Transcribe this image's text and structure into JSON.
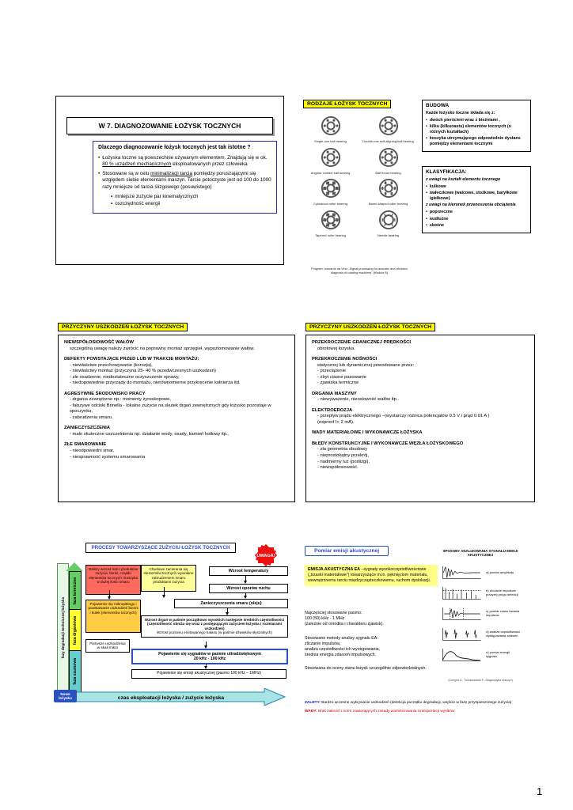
{
  "colors": {
    "highlight_yellow": "#ffff00",
    "accent_blue": "#2a52be",
    "warning_red": "#ee1111",
    "phase_thermal_green": "#66cc66",
    "phase_vibration_yellow": "#ffff33",
    "phase_noise_cyan": "#66cccc"
  },
  "page": {
    "number": "1"
  },
  "slide1": {
    "title": "W 7. DIAGNOZOWANIE ŁOŻYSK TOCZNYCH",
    "question": "Dlaczego diagnozowanie łożysk tocznych jest tak istotne ?",
    "bullet1_pre": "Łożyska toczne są powszechnie używanym elementem. Znajdują się w ok. ",
    "bullet1_underlined": "80 % urządzeń mechanicznych",
    "bullet1_post": " eksploatowanych przez człowieka",
    "bullet2_pre": "Stosowane są w celu ",
    "bullet2_underlined": "minimalizacji tarcia",
    "bullet2_post": " pomiędzy poruszającymi się względem siebie elementami maszyn. Tarcie potoczyste jest od 100 do 1000 razy mniejsze od tarcia ślizgowego (posuwistego)",
    "sub_bullets": [
      "mniejsze zużycie par kinematycznych",
      "oszczędność energii"
    ]
  },
  "slide2": {
    "title": "RODZAJE ŁOŻYSK TOCZNYCH",
    "bearings": [
      "Single-row ball bearing",
      "Double-row self-aligning ball bearing",
      "Angular contact ball bearing",
      "Ball thrust bearing",
      "Cylindrical roller bearing",
      "Barrel-shaped roller bearing",
      "Tapered roller bearing",
      "Needle bearing"
    ],
    "source": "Program Leonardo da Vinci „Signal processing for acoustic and vibration diagnosis of rotating machines” (Module B)",
    "budowa": {
      "title": "BUDOWA",
      "intro": "Każde łożysko toczne składa się z:",
      "items": [
        "dwóch pierścieni wraz z bieżniami ,",
        "kilku (kilkunastu) elementów tocznych (o różnych kształtach)",
        "koszyka utrzymującego odpowiednie dystans pomiędzy elementami tocznymi"
      ]
    },
    "klasyfikacja": {
      "title": "KLASYFIKACJA:",
      "group1_label": "z uwagi na kształt elementu tocznego",
      "group1_items": [
        "kulkowe",
        "wałeczkowe (walcowe, stożkowe, baryłkowe igiełkowe)"
      ],
      "group2_label": "z uwagi na kierunek przenoszenia obciążenia",
      "group2_items": [
        "poprzeczne",
        "wzdłużne",
        "skośne"
      ]
    }
  },
  "slide3": {
    "title": "PRZYCZYNY USZKODZEŃ ŁOŻYSK TOCZNYCH",
    "sections": [
      {
        "h": "NIEWSPÓŁOSIOWOŚĆ WAŁÓW",
        "b": "szczególną uwagę należy zwrócić na poprawny montaż sprzęgieł, wypoziomowanie wałów."
      },
      {
        "h": "DEFEKTY POWSTAJĄCE PRZED LUB W TRAKCIE MONTAŻU:",
        "b": "- niewłaściwe przechowywanie (korozja),\n- niewłaściwy montaż (przyczyna 25- 40 % przedwczesnych uszkodzeń)\n- złe osadzenie, niedostateczne oczyszczenie oprawy,\n- niedopowiednie przyrządy do montażu, nierównomierne przykręcenie kołnierza itd."
      },
      {
        "h": "AGRESYWNE ŚRODOWISKO PRACY",
        "b": "- drgania zewnętrzne np.: momenty żyroskopowe,\n- fałszywe odciski Brinella - lokalne zużycie na skutek drgań zewnętrznych gdy łożysko pozostaje w spoczynku,\n- zabrudzenia smaru."
      },
      {
        "h": "ZANIECZYSZCZENIA",
        "b": "- mało skuteczne uszczelnienia np. działanie wody, osady, kamień kotłowy itp.."
      },
      {
        "h": "ZŁE SMAROWANIE",
        "b": "- nieodpowiedni smar,\n- niesprawność systemu smarowania"
      }
    ]
  },
  "slide4": {
    "title": "PRZYCZYNY USZKODZEŃ ŁOŻYSK TOCZNYCH",
    "sections": [
      {
        "h": "PRZEKROCZENIE GRANICZNEJ PRĘDKOŚCI",
        "b": "obrotowej łożyska."
      },
      {
        "h": "PRZEKROCZENIE NOŚNOŚCI",
        "b": "statycznej lub dynamicznej powodowane przez:\n- przeciążenie\n- zbyt ciasne pasowanie\n- zjawiska termiczne"
      },
      {
        "h": "DRGANIA MASZYNY",
        "b": "- niewyważenie, nieosiowość wałów itp.."
      },
      {
        "h": "ELEKTROEROZJA",
        "b": "- przepływ prądu elektrycznego –(wystarczy różnica potencjałów 0.5 V i prąd 0.01 A )\n(exproof I< 2 mA)."
      },
      {
        "h": "WADY MATERIAŁOWE I WYKONAWCZE ŁOŻYSKA",
        "b": ""
      },
      {
        "h": "BŁĘDY KONSTRUKCYJNE I WYKONAWCZE WĘZŁA ŁOŻYSKOWEGO",
        "b": "- zła geometria obudowy\n- nieprostokątny przekrój,\n- nadmierny luz (poślizgi),\n- niewspółosiowość."
      }
    ]
  },
  "slide5": {
    "title": "PROCESY TOWARZYSZĄCE ZUŻYCIU ŁOŻYSK TOCZNYCH",
    "uwaga": "UWAGA!",
    "axis_label": "fazy degradacji technicznej łożyska",
    "phases": [
      "faza termiczna",
      "faza drganiowa",
      "faza szumowa"
    ],
    "box_products": "Dalszy wzrost ilości produktów zużycia: tlenki, cząstki elementów tocznych i koszyka w dużej ilości smaru",
    "box_seizure": "Chwilowe zacierania się elementów tocznych wywołane zabrudzeniem smaru produktami zużycia",
    "box_temperature": "Wzrost temperatury",
    "box_resistance": "Wzrost oporów ruchu",
    "box_contamination": "Zanieczyszczenia smaru (oleju)",
    "box_damage": "Pojawienie się mikropittingu i powstawanie uszkodzeń bieżni i kulek (elementów tocznych)",
    "box_micro_first": "Pierwsze uszkodzenia w skali mikro",
    "box_vibration": "Wzrost drgań w paśmie początkowo wysokich następnie średnich częstotliwości (częstotliwość obniża się wraz z postępującym zużyciem łożyska i rozmiarami uszkodzeń)",
    "box_noise": "Wzrost poziomu emitowanego hałasu (w paśmie dźwięków słyszalnych)",
    "box_ultrasound": "Pojawienie się sygnałów w paśmie ultradźwiękowym\n20 kHz - 100 kHz",
    "box_ae": "Pojawienie się emisji akustycznej (pasmo 100 kHz – 1MHz)",
    "time_axis": "czas eksploatacji łożyska / zużycie łożyska",
    "new_bearing": "Nowe łożysko"
  },
  "slide6": {
    "title": "Pomiar emisji akustycznej",
    "right_header": "SPOSOBY ANALIZOWANIA SYGNAŁU EMISJI AKUSTYCZNEJ",
    "ea_term": "EMISJA AKUSTYCZNA EA",
    "ea_def": " –sygnały wysokoczęstotliwościowe („trzaski materiałowe”) towarzyszące m.in. pęknięciom materiału, wewnętrznemu tarciu międzycząsteczkowemu, ruchom dyslokacji.",
    "band": "Najczęściej stosowane pasmo:\n100 (50) kHz - 1 MHz\n(zależnie od ośrodka i charakteru zjawisk).",
    "methods_text": "Stosowane metody analizy sygnału EA:\nzliczanie impulsów,\nanaliza częstotliwości ich występowania,\nśrednia energia zdarzeń impulsowych.",
    "usage": "Stosowana do oceny stanu łożysk szczególnie odpowiedzialnych.",
    "method_labels": [
      "a) pomiar amplitudy",
      "b) zliczanie impulsów powyżej progu detekcji",
      "c) pomiar czasu trwania impulsów",
      "d) analiza częstotliwości występowania zdarzeń",
      "e) pomiar energii sygnału"
    ],
    "citation": "(Cempel C., Tomaszewski F.: Diagnostyka maszyn)",
    "zalety_label": "ZALETY:",
    "zalety_text": " Bardzo wczesne wykrywanie uszkodzeń (detekcja początku degradacji, wejście w fazę przyspieszonego zużycia)",
    "wady_label": "WADY:",
    "wady_text": " Brak zaleceń i norm zawierających zasady wartościowania i interpretacji wyników"
  }
}
